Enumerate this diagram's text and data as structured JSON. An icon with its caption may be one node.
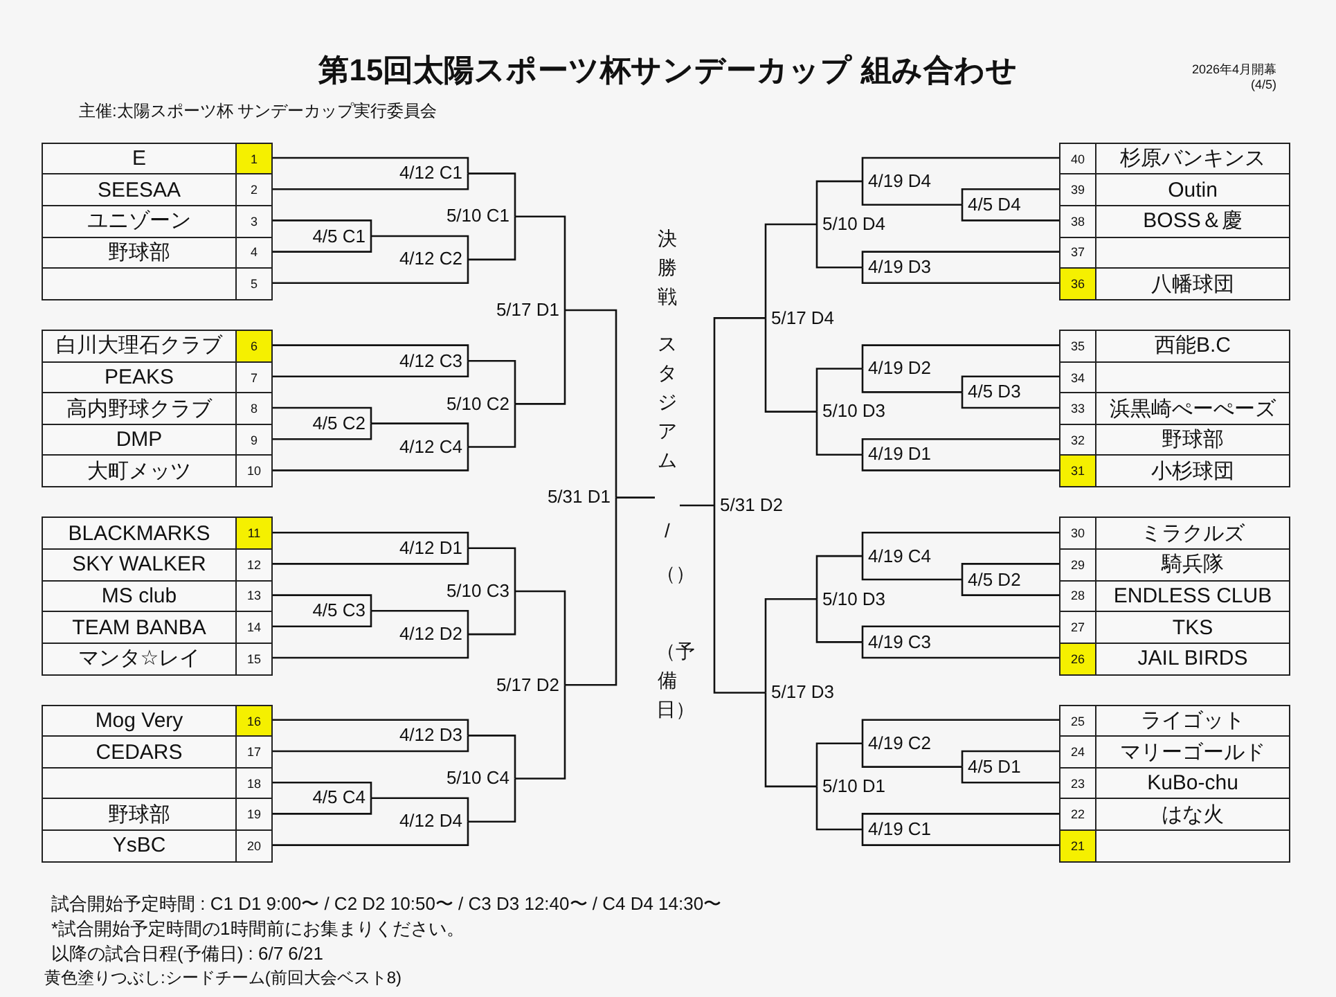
{
  "diagram": {
    "title": "第15回太陽スポーツ杯サンデーカップ 組み合わせ",
    "nodes": [
      {
        "text": [
          "E",
          "1"
        ]
      },
      {
        "text": [
          "SEESAA",
          "2"
        ]
      },
      {
        "text": [
          "ユニゾーン",
          "3"
        ]
      },
      {
        "text": [
          "野球部",
          "4"
        ]
      },
      {
        "text": [
          "5"
        ]
      },
      {
        "text": [
          "白川大理石クラブ",
          "6"
        ]
      },
      {
        "text": [
          "PEAKS",
          "7"
        ]
      },
      {
        "text": [
          "高内野球クラブ",
          "8"
        ]
      },
      {
        "text": [
          "DMP",
          "9"
        ]
      },
      {
        "text": [
          "大町メッツ",
          "10"
        ]
      },
      {
        "text": [
          "BLACKMARKS",
          "11"
        ]
      },
      {
        "text": [
          "SKY WALKER",
          "12"
        ]
      },
      {
        "text": [
          "MS club",
          "13"
        ]
      },
      {
        "text": [
          "TEAM BANBA",
          "14"
        ]
      },
      {
        "text": [
          "マンタ☆レイ",
          "15"
        ]
      },
      {
        "text": [
          "Mog Very",
          "16"
        ]
      },
      {
        "text": [
          "CEDARS",
          "17"
        ]
      },
      {
        "text": [
          "18"
        ]
      },
      {
        "text": [
          "野球部",
          "19"
        ]
      },
      {
        "text": [
          "YsBC",
          "20"
        ]
      },
      {
        "text": [
          "4/5 C1"
        ]
      },
      {
        "text": [
          "4/12 C1"
        ]
      },
      {
        "text": [
          "4/12 C2"
        ]
      },
      {
        "text": [
          "5/10 C1"
        ]
      },
      {
        "text": [
          "4/5 C2"
        ]
      },
      {
        "text": [
          "4/12 C3"
        ]
      },
      {
        "text": [
          "4/12 C4"
        ]
      },
      {
        "text": [
          "5/10 C2"
        ]
      },
      {
        "text": [
          "5/17 D1"
        ]
      },
      {
        "text": [
          "4/5 C3"
        ]
      },
      {
        "text": [
          "4/12 D1"
        ]
      },
      {
        "text": [
          "4/12 D2"
        ]
      },
      {
        "text": [
          "5/10 C3"
        ]
      },
      {
        "text": [
          "4/5 C4"
        ]
      },
      {
        "text": [
          "4/12 D3"
        ]
      },
      {
        "text": [
          "4/12 D4"
        ]
      },
      {
        "text": [
          "5/10 C4"
        ]
      },
      {
        "text": [
          "5/17 D2"
        ]
      },
      {
        "text": [
          "5/31 D1"
        ]
      },
      {
        "text": [
          "決勝戦",
          "スタジアム",
          "/（）",
          "（予備日）"
        ]
      },
      {
        "text": [
          "5/31 D2"
        ]
      },
      {
        "text": [
          "5/17 D4"
        ]
      },
      {
        "text": [
          "5/10 D4"
        ]
      },
      {
        "text": [
          "4/19 D4"
        ]
      },
      {
        "text": [
          "4/5 D4"
        ]
      },
      {
        "text": [
          "4/19 D3"
        ]
      },
      {
        "text": [
          "5/10 D3"
        ]
      },
      {
        "text": [
          "4/19 D2"
        ]
      },
      {
        "text": [
          "4/5 D3"
        ]
      },
      {
        "text": [
          "4/19 D1"
        ]
      },
      {
        "text": [
          "5/17 D3"
        ]
      },
      {
        "text": [
          "5/10 D3"
        ]
      },
      {
        "text": [
          "4/19 C4"
        ]
      },
      {
        "text": [
          "4/5 D2"
        ]
      },
      {
        "text": [
          "4/19 C3"
        ]
      },
      {
        "text": [
          "5/10 D1"
        ]
      },
      {
        "text": [
          "4/19 C2"
        ]
      },
      {
        "text": [
          "4/5 D1"
        ]
      },
      {
        "text": [
          "4/19 C1"
        ]
      },
      {
        "text": [
          "40",
          "杉原バンキンス"
        ]
      },
      {
        "text": [
          "39",
          "Outin"
        ]
      },
      {
        "text": [
          "38",
          "BOSS＆慶"
        ]
      },
      {
        "text": [
          "37"
        ]
      },
      {
        "text": [
          "36",
          "八幡球団"
        ]
      },
      {
        "text": [
          "35",
          "西能B.C"
        ]
      },
      {
        "text": [
          "34"
        ]
      },
      {
        "text": [
          "33",
          "浜黒崎ぺーぺーズ"
        ]
      },
      {
        "text": [
          "32",
          "野球部"
        ]
      },
      {
        "text": [
          "31",
          "小杉球団"
        ]
      },
      {
        "text": [
          "30",
          "ミラクルズ"
        ]
      },
      {
        "text": [
          "29",
          "騎兵隊"
        ]
      },
      {
        "text": [
          "28",
          "ENDLESS CLUB"
        ]
      },
      {
        "text": [
          "27",
          "TKS"
        ]
      },
      {
        "text": [
          "26",
          "JAIL BIRDS"
        ]
      },
      {
        "text": [
          "25",
          "ライゴット"
        ]
      },
      {
        "text": [
          "24",
          "マリーゴールド"
        ]
      },
      {
        "text": [
          "23",
          "KuBo-chu"
        ]
      },
      {
        "text": [
          "22",
          "はな火"
        ]
      },
      {
        "text": [
          "21"
        ]
      }
    ],
    "edges": [
      {
        "from": 2,
        "to": 20,
        "arrow": "none"
      },
      {
        "from": 3,
        "to": 20,
        "arrow": "none"
      },
      {
        "from": 0,
        "to": 21,
        "arrow": "none"
      },
      {
        "from": 1,
        "to": 21,
        "arrow": "none"
      },
      {
        "from": 20,
        "to": 22,
        "arrow": "none"
      },
      {
        "from": 4,
        "to": 22,
        "arrow": "none"
      },
      {
        "from": 21,
        "to": 23,
        "arrow": "none"
      },
      {
        "from": 22,
        "to": 23,
        "arrow": "none"
      },
      {
        "from": 7,
        "to": 24,
        "arrow": "none"
      },
      {
        "from": 8,
        "to": 24,
        "arrow": "none"
      },
      {
        "from": 5,
        "to": 25,
        "arrow": "none"
      },
      {
        "from": 6,
        "to": 25,
        "arrow": "none"
      },
      {
        "from": 24,
        "to": 26,
        "arrow": "none"
      },
      {
        "from": 9,
        "to": 26,
        "arrow": "none"
      },
      {
        "from": 25,
        "to": 27,
        "arrow": "none"
      },
      {
        "from": 26,
        "to": 27,
        "arrow": "none"
      },
      {
        "from": 23,
        "to": 28,
        "arrow": "none"
      },
      {
        "from": 27,
        "to": 28,
        "arrow": "none"
      },
      {
        "from": 12,
        "to": 29,
        "arrow": "none"
      },
      {
        "from": 13,
        "to": 29,
        "arrow": "none"
      },
      {
        "from": 10,
        "to": 30,
        "arrow": "none"
      },
      {
        "from": 11,
        "to": 30,
        "arrow": "none"
      },
      {
        "from": 29,
        "to": 31,
        "arrow": "none"
      },
      {
        "from": 14,
        "to": 31,
        "arrow": "none"
      },
      {
        "from": 30,
        "to": 32,
        "arrow": "none"
      },
      {
        "from": 31,
        "to": 32,
        "arrow": "none"
      },
      {
        "from": 17,
        "to": 33,
        "arrow": "none"
      },
      {
        "from": 18,
        "to": 33,
        "arrow": "none"
      },
      {
        "from": 15,
        "to": 34,
        "arrow": "none"
      },
      {
        "from": 16,
        "to": 34,
        "arrow": "none"
      },
      {
        "from": 33,
        "to": 35,
        "arrow": "none"
      },
      {
        "from": 19,
        "to": 35,
        "arrow": "none"
      },
      {
        "from": 34,
        "to": 36,
        "arrow": "none"
      },
      {
        "from": 35,
        "to": 36,
        "arrow": "none"
      },
      {
        "from": 32,
        "to": 37,
        "arrow": "none"
      },
      {
        "from": 36,
        "to": 37,
        "arrow": "none"
      },
      {
        "from": 28,
        "to": 38,
        "arrow": "none"
      },
      {
        "from": 37,
        "to": 38,
        "arrow": "none"
      },
      {
        "from": 38,
        "to": 39,
        "arrow": "none"
      },
      {
        "from": 40,
        "to": 39,
        "arrow": "none"
      },
      {
        "from": 41,
        "to": 40,
        "arrow": "none"
      },
      {
        "from": 50,
        "to": 40,
        "arrow": "none"
      },
      {
        "from": 42,
        "to": 41,
        "arrow": "none"
      },
      {
        "from": 46,
        "to": 41,
        "arrow": "none"
      },
      {
        "from": 43,
        "to": 42,
        "arrow": "none"
      },
      {
        "from": 45,
        "to": 42,
        "arrow": "none"
      },
      {
        "from": 59,
        "to": 43,
        "arrow": "none"
      },
      {
        "from": 44,
        "to": 43,
        "arrow": "none"
      },
      {
        "from": 60,
        "to": 44,
        "arrow": "none"
      },
      {
        "from": 61,
        "to": 44,
        "arrow": "none"
      },
      {
        "from": 62,
        "to": 45,
        "arrow": "none"
      },
      {
        "from": 63,
        "to": 45,
        "arrow": "none"
      },
      {
        "from": 47,
        "to": 46,
        "arrow": "none"
      },
      {
        "from": 49,
        "to": 46,
        "arrow": "none"
      },
      {
        "from": 64,
        "to": 47,
        "arrow": "none"
      },
      {
        "from": 48,
        "to": 47,
        "arrow": "none"
      },
      {
        "from": 65,
        "to": 48,
        "arrow": "none"
      },
      {
        "from": 66,
        "to": 48,
        "arrow": "none"
      },
      {
        "from": 67,
        "to": 49,
        "arrow": "none"
      },
      {
        "from": 68,
        "to": 49,
        "arrow": "none"
      },
      {
        "from": 51,
        "to": 50,
        "arrow": "none"
      },
      {
        "from": 55,
        "to": 50,
        "arrow": "none"
      },
      {
        "from": 52,
        "to": 51,
        "arrow": "none"
      },
      {
        "from": 54,
        "to": 51,
        "arrow": "none"
      },
      {
        "from": 69,
        "to": 52,
        "arrow": "none"
      },
      {
        "from": 53,
        "to": 52,
        "arrow": "none"
      },
      {
        "from": 70,
        "to": 53,
        "arrow": "none"
      },
      {
        "from": 71,
        "to": 53,
        "arrow": "none"
      },
      {
        "from": 72,
        "to": 54,
        "arrow": "none"
      },
      {
        "from": 73,
        "to": 54,
        "arrow": "none"
      },
      {
        "from": 56,
        "to": 55,
        "arrow": "none"
      },
      {
        "from": 58,
        "to": 55,
        "arrow": "none"
      },
      {
        "from": 74,
        "to": 56,
        "arrow": "none"
      },
      {
        "from": 57,
        "to": 56,
        "arrow": "none"
      },
      {
        "from": 75,
        "to": 57,
        "arrow": "none"
      },
      {
        "from": 76,
        "to": 57,
        "arrow": "none"
      },
      {
        "from": 77,
        "to": 58,
        "arrow": "none"
      },
      {
        "from": 78,
        "to": 58,
        "arrow": "none"
      }
    ],
    "labels": [
      "主催:太陽スポーツ杯 サンデーカップ実行委員会",
      "2026年4月開幕",
      "(4/5)",
      "試合開始予定時間 : C1 D1 9:00〜 / C2 D2 10:50〜 / C3 D3 12:40〜 / C4 D4 14:30〜",
      "*試合開始予定時間の1時間前にお集まりください。",
      "以降の試合日程(予備日) : 6/7 6/21",
      "黄色塗りつぶし:シードチーム(前回大会ベスト8)"
    ]
  }
}
